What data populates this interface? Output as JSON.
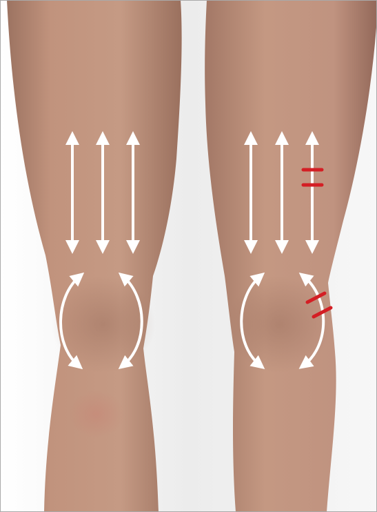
{
  "illustration": {
    "subject": "legs-front-view",
    "colors": {
      "background": "#f1f1f1",
      "skin": "#c0927c",
      "skin_shadow": "#8e6553",
      "arrow": "#ffffff",
      "hash_mark": "#d41e24",
      "frame": "#a9a9a9"
    },
    "left_leg": {
      "vertical_arrows": 3,
      "curved_arrows": 2,
      "hash_marks": 0
    },
    "right_leg": {
      "vertical_arrows": 3,
      "curved_arrows": 2,
      "hash_marks": 4
    }
  }
}
